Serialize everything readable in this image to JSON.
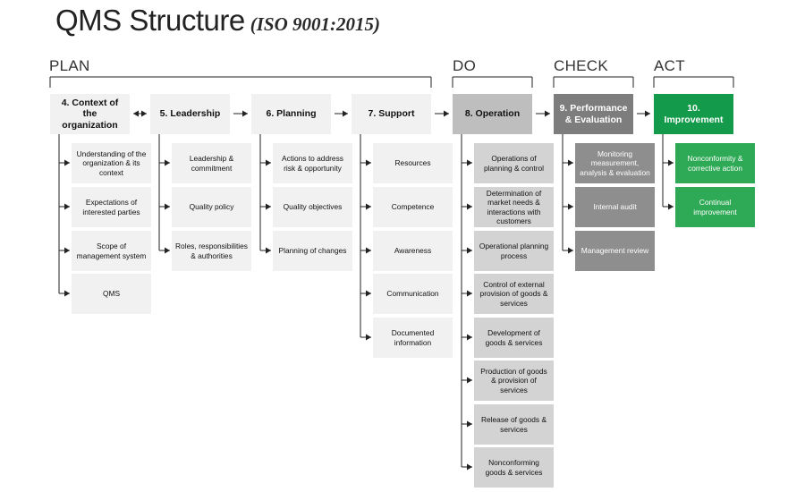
{
  "title": {
    "main": "QMS Structure",
    "sub": "(ISO 9001:2015)"
  },
  "phases": [
    "PLAN",
    "DO",
    "CHECK",
    "ACT"
  ],
  "colors": {
    "light": "#f1f1f1",
    "mid": "#bebebe",
    "dark": "#7d7d7d",
    "green": "#139a4a",
    "line": "#222222"
  },
  "clauses": [
    {
      "label": "4. Context of the organization",
      "items": [
        "Understanding of the organization & its context",
        "Expectations of interested parties",
        "Scope of management system",
        "QMS"
      ]
    },
    {
      "label": "5. Leadership",
      "items": [
        "Leadership & commitment",
        "Quality policy",
        "Roles, responsibilities & authorities"
      ]
    },
    {
      "label": "6. Planning",
      "items": [
        "Actions to address risk & opportunity",
        "Quality objectives",
        "Planning of changes"
      ]
    },
    {
      "label": "7.  Support",
      "items": [
        "Resources",
        "Competence",
        "Awareness",
        "Communication",
        "Documented information"
      ]
    },
    {
      "label": "8. Operation",
      "items": [
        "Operations of planning & control",
        "Determination of market needs & interactions with customers",
        "Operational planning process",
        "Control of external provision of goods & services",
        "Development of goods & services",
        "Production of goods & provision of services",
        "Release of goods & services",
        "Nonconforming goods & services"
      ]
    },
    {
      "label": "9. Performance & Evaluation",
      "items": [
        "Monitoring measurement, analysis & evaluation",
        "Internal audit",
        "Management review"
      ]
    },
    {
      "label": "10. Improvement",
      "items": [
        "Nonconformity & corrective action",
        "Continual improvement"
      ]
    }
  ]
}
